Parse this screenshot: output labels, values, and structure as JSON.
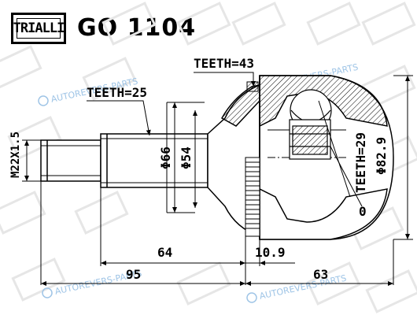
{
  "header": {
    "brand": "TRIALLI",
    "part_number": "GO 1104"
  },
  "watermark": {
    "text": "AUTOREVERS-PARTS",
    "color": "#9ec4e6"
  },
  "labels": {
    "teeth_outer": "TEETH=43",
    "teeth_shaft": "TEETH=25",
    "teeth_inner": "TEETH=29",
    "thread": "M22X1.5",
    "dia_66": "Φ66",
    "dia_54": "Φ54",
    "dia_82": "Φ82.9",
    "ring": "0",
    "len_64": "64",
    "len_10": "10.9",
    "len_95": "95",
    "len_63": "63"
  }
}
